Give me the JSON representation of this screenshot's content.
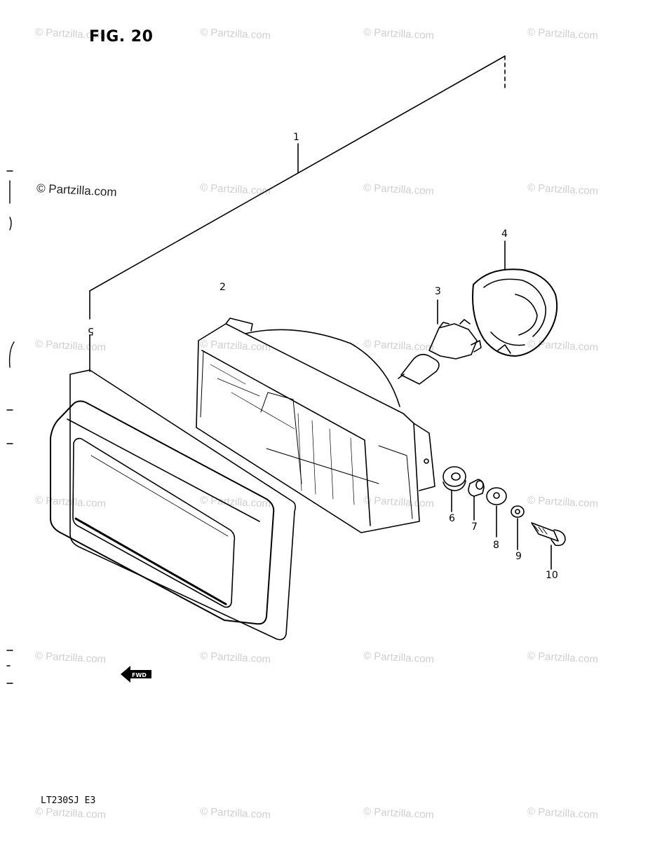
{
  "figure": {
    "title": "FIG. 20",
    "model_code": "LT230SJ E3",
    "watermark_main": "© Partzilla.com",
    "watermark": "© Partzilla.com",
    "fwd_icon": "fwd-arrow-icon"
  },
  "callouts": [
    "1",
    "2",
    "3",
    "4",
    "5",
    "6",
    "7",
    "8",
    "9",
    "10"
  ],
  "colors": {
    "ink": "#000000",
    "watermark": "#cfcfcf"
  }
}
